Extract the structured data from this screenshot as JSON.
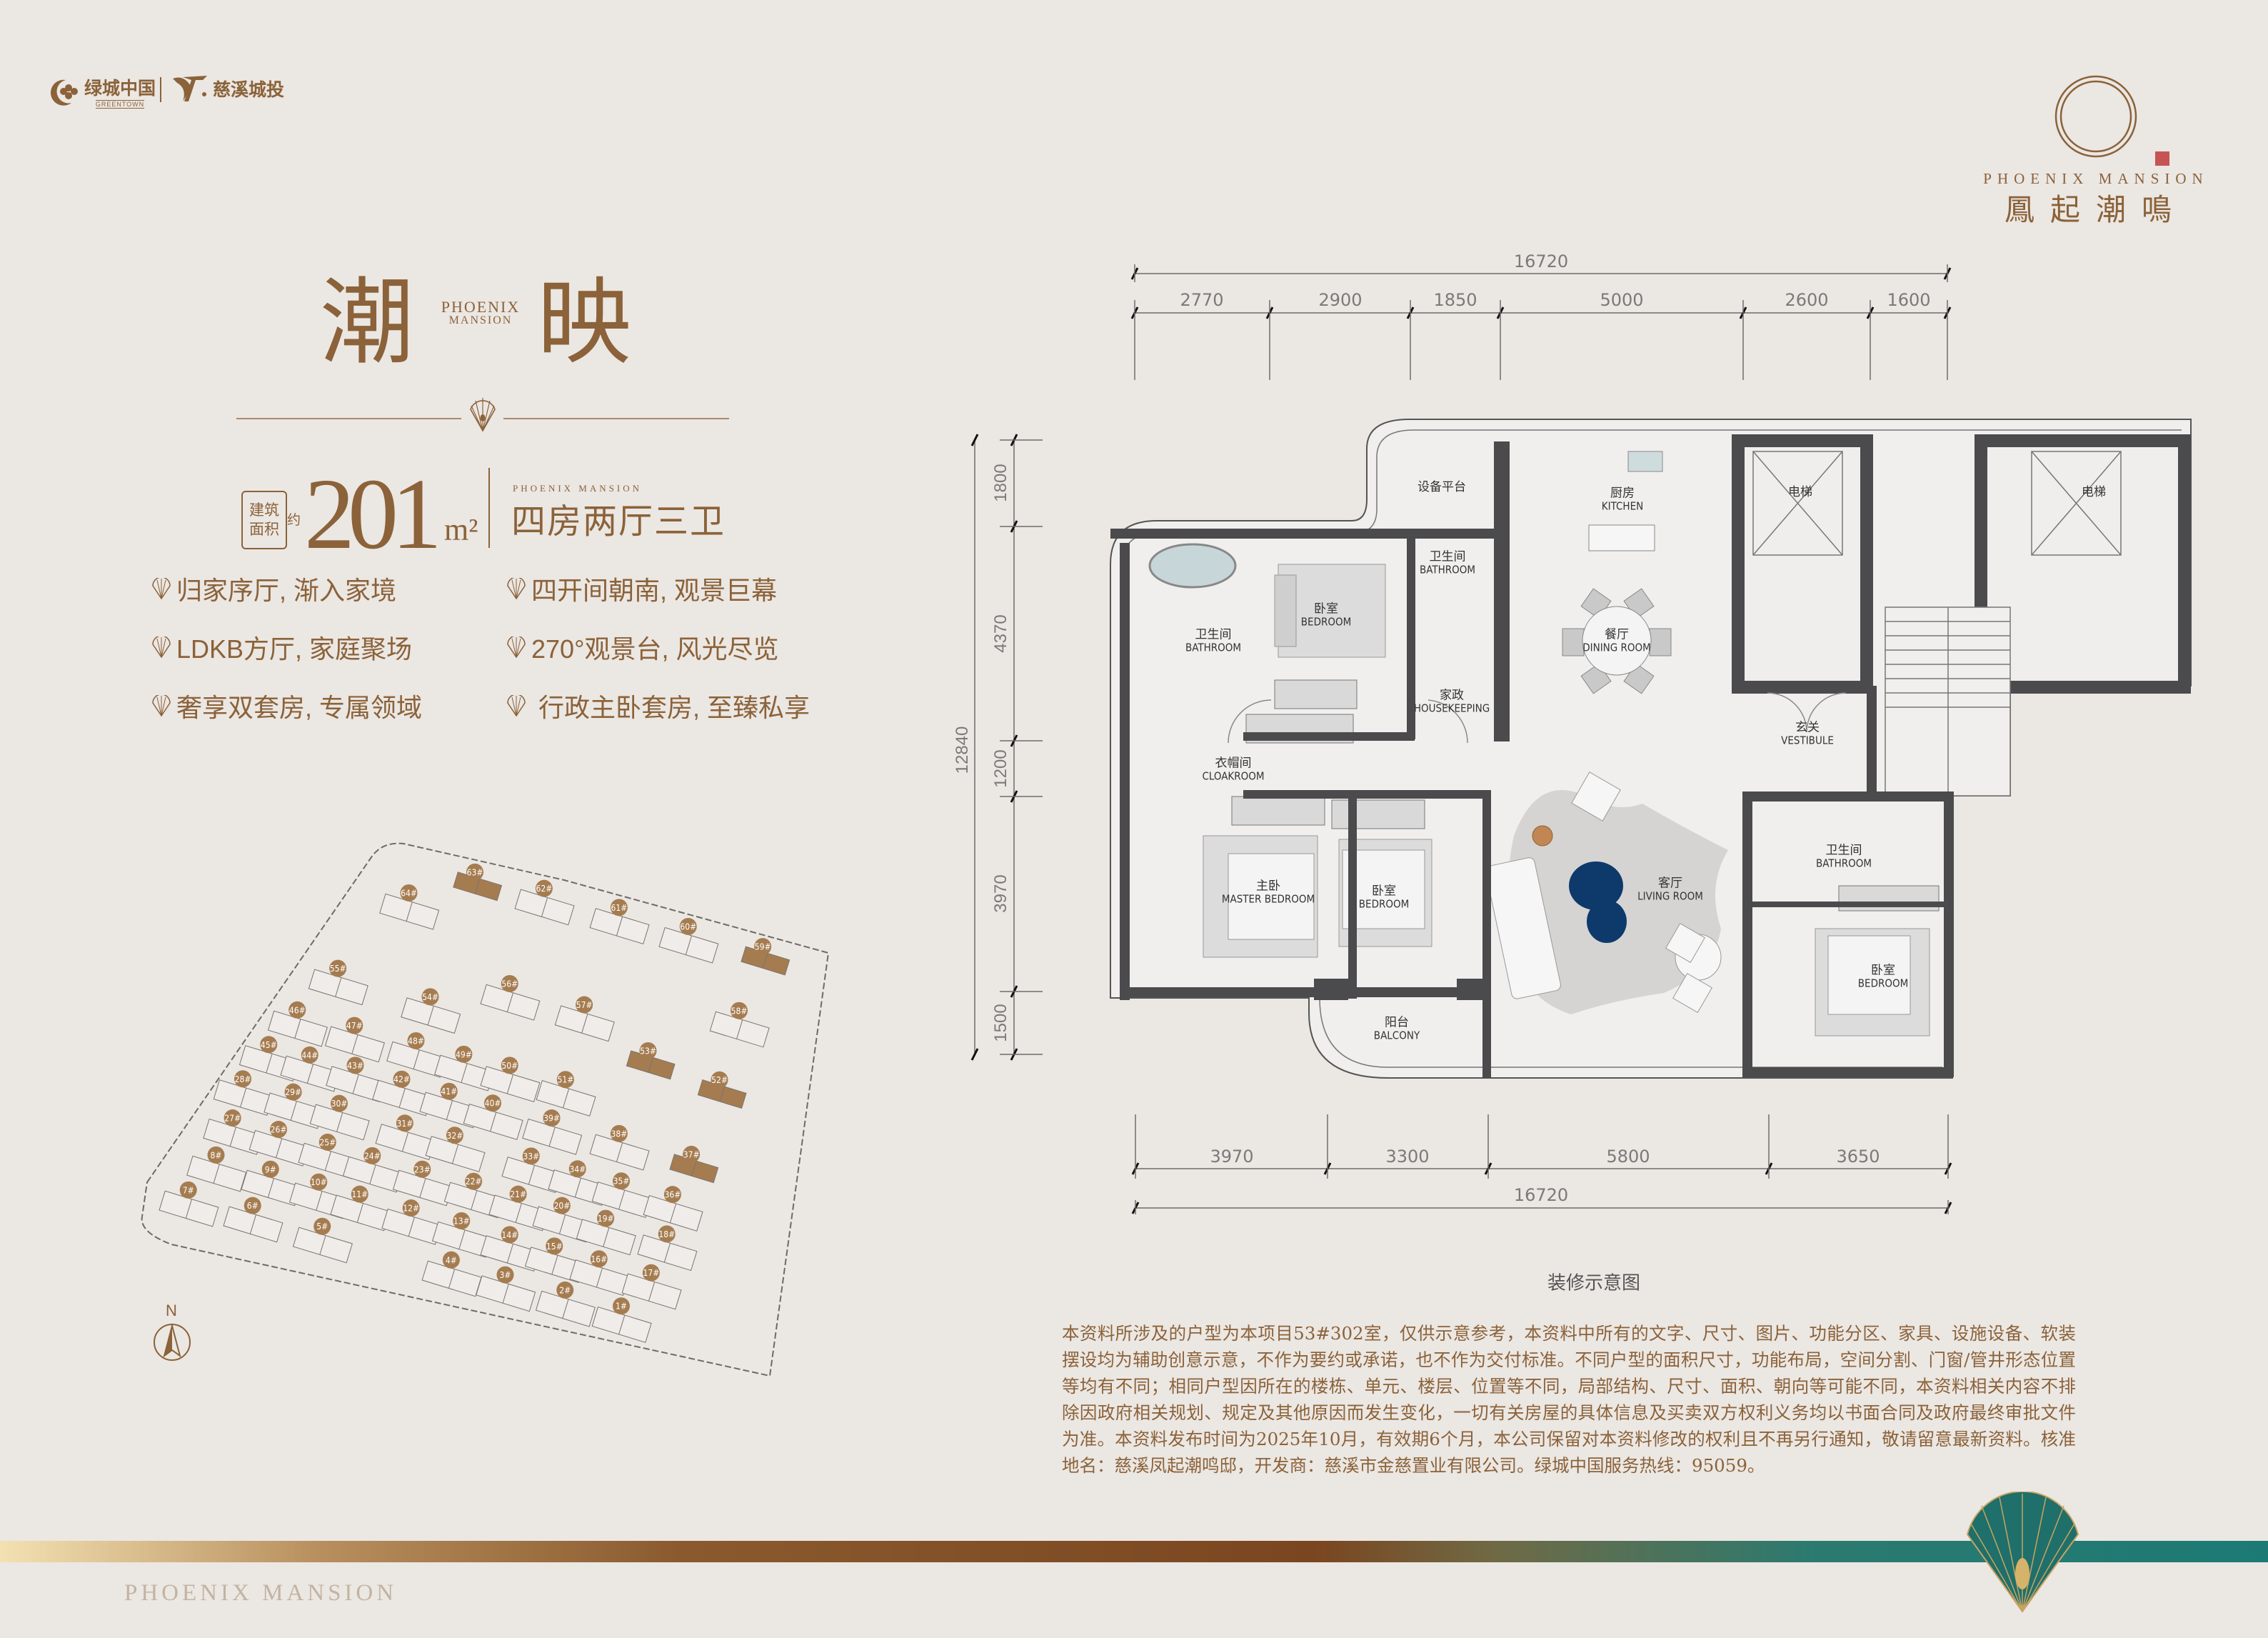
{
  "header": {
    "developer_logo_cn": "绿城中国",
    "developer_logo_en": "GREENTOWN",
    "partner_logo_cn": "慈溪城投",
    "brand_logo_en": "PHOENIX MANSION",
    "brand_logo_cn": "鳳起潮鳴"
  },
  "unit": {
    "name_char_1": "潮",
    "name_char_2": "映",
    "name_sub_1": "PHOENIX",
    "name_sub_2": "MANSION",
    "area_label_1": "建筑",
    "area_label_2": "面积",
    "area_approx": "约",
    "area_value": "201",
    "area_unit": "m²",
    "layout_en": "PHOENIX MANSION",
    "layout_cn": "四房两厅三卫"
  },
  "features": [
    "归家序厅, 渐入家境",
    "四开间朝南, 观景巨幕",
    "LDKB方厅, 家庭聚场",
    "270°观景台, 风光尽览",
    "奢享双套房, 专属领域",
    "行政主卧套房, 至臻私享"
  ],
  "site_plan": {
    "north_label": "N",
    "buildings": [
      "63#",
      "64#",
      "62#",
      "61#",
      "60#",
      "59#",
      "55#",
      "56#",
      "54#",
      "57#",
      "58#",
      "46#",
      "47#",
      "48#",
      "45#",
      "44#",
      "49#",
      "43#",
      "50#",
      "53#",
      "28#",
      "42#",
      "51#",
      "52#",
      "29#",
      "41#",
      "30#",
      "40#",
      "27#",
      "39#",
      "31#",
      "26#",
      "32#",
      "38#",
      "25#",
      "8#",
      "24#",
      "33#",
      "37#",
      "9#",
      "23#",
      "34#",
      "22#",
      "35#",
      "10#",
      "7#",
      "11#",
      "21#",
      "36#",
      "6#",
      "20#",
      "12#",
      "19#",
      "13#",
      "5#",
      "14#",
      "18#",
      "15#",
      "16#",
      "4#",
      "17#",
      "3#",
      "2#",
      "1#"
    ],
    "highlighted": [
      "63#",
      "59#",
      "53#",
      "52#",
      "37#"
    ],
    "highlight_color": "#a57c50"
  },
  "floor_plan": {
    "dims_top_total": "16720",
    "dims_top": [
      "2770",
      "2900",
      "1850",
      "5000",
      "2600",
      "1600"
    ],
    "dims_bottom": [
      "3970",
      "3300",
      "5800",
      "3650"
    ],
    "dims_bottom_total": "16720",
    "dims_left": [
      "1800",
      "4370",
      "1200",
      "3970",
      "1500"
    ],
    "dims_left_total": "12840",
    "rooms": {
      "equipment": {
        "cn": "设备平台"
      },
      "kitchen": {
        "cn": "厨房",
        "en": "KITCHEN"
      },
      "elevator_1": {
        "cn": "电梯"
      },
      "elevator_2": {
        "cn": "电梯"
      },
      "bath_top": {
        "cn": "卫生间",
        "en": "BATHROOM"
      },
      "bedroom_top": {
        "cn": "卧室",
        "en": "BEDROOM"
      },
      "bath_left": {
        "cn": "卫生间",
        "en": "BATHROOM"
      },
      "dining": {
        "cn": "餐厅",
        "en": "DINING ROOM"
      },
      "housekeeping": {
        "cn": "家政",
        "en": "HOUSEKEEPING"
      },
      "vestibule": {
        "cn": "玄关",
        "en": "VESTIBULE"
      },
      "cloakroom": {
        "cn": "衣帽间",
        "en": "CLOAKROOM"
      },
      "master": {
        "cn": "主卧",
        "en": "MASTER BEDROOM"
      },
      "bedroom_mid": {
        "cn": "卧室",
        "en": "BEDROOM"
      },
      "living": {
        "cn": "客厅",
        "en": "LIVING ROOM"
      },
      "bath_right": {
        "cn": "卫生间",
        "en": "BATHROOM"
      },
      "bedroom_right": {
        "cn": "卧室",
        "en": "BEDROOM"
      },
      "balcony": {
        "cn": "阳台",
        "en": "BALCONY"
      }
    },
    "caption": "装修示意图"
  },
  "disclaimer": "本资料所涉及的户型为本项目53#302室，仅供示意参考，本资料中所有的文字、尺寸、图片、功能分区、家具、设施设备、软装摆设均为辅助创意示意，不作为要约或承诺，也不作为交付标准。不同户型的面积尺寸，功能布局，空间分割、门窗/管井形态位置等均有不同；相同户型因所在的楼栋、单元、楼层、位置等不同，局部结构、尺寸、面积、朝向等可能不同，本资料相关内容不排除因政府相关规划、规定及其他原因而发生变化，一切有关房屋的具体信息及买卖双方权利义务均以书面合同及政府最终审批文件为准。本资料发布时间为2025年10月，有效期6个月，本公司保留对本资料修改的权利且不再另行通知，敬请留意最新资料。核准地名：慈溪凤起潮鸣邸，开发商：慈溪市金慈置业有限公司。绿城中国服务热线：95059。",
  "footer": {
    "brand_en": "PHOENIX MANSION"
  },
  "colors": {
    "background": "#ebe7e3",
    "brand_brown": "#8b6239",
    "wall": "#4b4b4d",
    "accent_blue": "#0d3a6b",
    "teal": "#1f7d78"
  }
}
